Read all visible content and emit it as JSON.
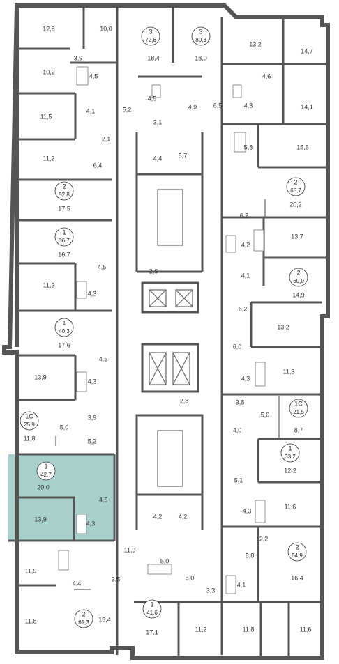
{
  "colors": {
    "highlight_fill": "#a8d0cc",
    "wall": "#555555",
    "badge_stroke": "#333333"
  },
  "apartments": [
    {
      "num": "3",
      "area": "72,6"
    },
    {
      "num": "3",
      "area": "80,3"
    },
    {
      "num": "2",
      "area": "65,7"
    },
    {
      "num": "2",
      "area": "52,8"
    },
    {
      "num": "1",
      "area": "36,7"
    },
    {
      "num": "2",
      "area": "60,0"
    },
    {
      "num": "1",
      "area": "40,3"
    },
    {
      "num": "1С",
      "area": "25,9"
    },
    {
      "num": "1С",
      "area": "21,5"
    },
    {
      "num": "1",
      "area": "33,2"
    },
    {
      "num": "1",
      "area": "42,7"
    },
    {
      "num": "2",
      "area": "54,9"
    },
    {
      "num": "1",
      "area": "41,6"
    },
    {
      "num": "2",
      "area": "61,3"
    }
  ],
  "rooms": [
    "12,8",
    "10,0",
    "18,4",
    "18,0",
    "13,2",
    "14,7",
    "3,9",
    "10,2",
    "4,5",
    "4,6",
    "11,5",
    "4,1",
    "4,5",
    "4,9",
    "4,3",
    "14,1",
    "5,2",
    "6,5",
    "3,1",
    "2,1",
    "11,2",
    "6,4",
    "4,4",
    "5,7",
    "5,8",
    "15,6",
    "20,2",
    "17,5",
    "6,2",
    "4,2",
    "13,7",
    "16,7",
    "4,5",
    "2,6",
    "4,1",
    "11,2",
    "4,3",
    "6,2",
    "14,9",
    "17,6",
    "13,2",
    "6,0",
    "4,5",
    "13,9",
    "4,3",
    "11,3",
    "4,3",
    "3,9",
    "2,8",
    "3,8",
    "5,0",
    "5,0",
    "11,8",
    "5,2",
    "4,0",
    "8,7",
    "20,0",
    "5,1",
    "12,2",
    "4,5",
    "13,9",
    "4,3",
    "4,2",
    "4,2",
    "4,3",
    "11,6",
    "11,3",
    "2,2",
    "11,9",
    "4,4",
    "5,0",
    "8,8",
    "16,4",
    "3,5",
    "5,0",
    "3,3",
    "4,1",
    "11,8",
    "18,4",
    "17,1",
    "11,2",
    "11,8",
    "11,6"
  ]
}
